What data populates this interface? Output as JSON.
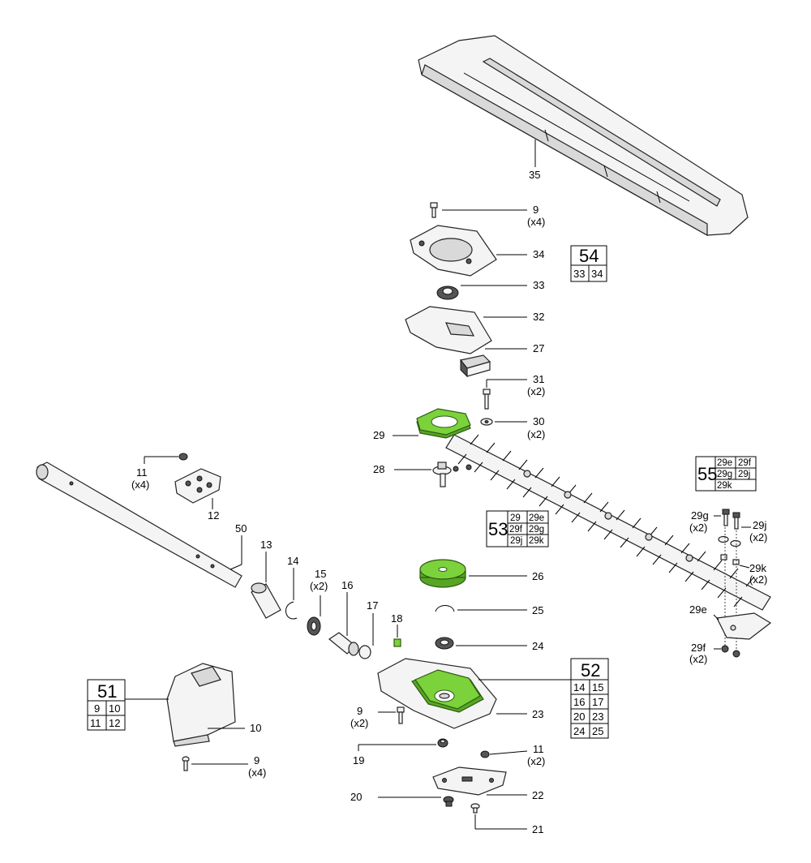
{
  "labels": {
    "l35": "35",
    "l9a": "9",
    "l9a_q": "(x4)",
    "l34": "34",
    "l33": "33",
    "l32": "32",
    "l27": "27",
    "l31": "31",
    "l31_q": "(x2)",
    "l30": "30",
    "l30_q": "(x2)",
    "l29": "29",
    "l28": "28",
    "l11a": "11",
    "l11a_q": "(x4)",
    "l12": "12",
    "l50": "50",
    "l13": "13",
    "l14": "14",
    "l15": "15",
    "l15_q": "(x2)",
    "l16": "16",
    "l17": "17",
    "l18": "18",
    "l26": "26",
    "l25": "25",
    "l24": "24",
    "l23": "23",
    "l9b": "9",
    "l9b_q": "(x2)",
    "l10": "10",
    "l9c": "9",
    "l9c_q": "(x4)",
    "l19": "19",
    "l11b": "11",
    "l11b_q": "(x2)",
    "l20": "20",
    "l22": "22",
    "l21": "21",
    "l29g": "29g",
    "l29g_q": "(x2)",
    "l29j": "29j",
    "l29j_q": "(x2)",
    "l29k": "29k",
    "l29k_q": "(x2)",
    "l29e": "29e",
    "l29f": "29f",
    "l29f_q": "(x2)"
  },
  "kits": {
    "k54": {
      "title": "54",
      "cells": [
        "33",
        "34"
      ]
    },
    "k51": {
      "title": "51",
      "cells": [
        "9",
        "10",
        "11",
        "12"
      ]
    },
    "k52": {
      "title": "52",
      "cells": [
        "14",
        "15",
        "16",
        "17",
        "20",
        "23",
        "24",
        "25"
      ]
    },
    "k53": {
      "title": "53",
      "cells": [
        "29",
        "29e",
        "29f",
        "29g",
        "29j",
        "29k"
      ]
    },
    "k55": {
      "title": "55",
      "cells": [
        "29e",
        "29f",
        "29g",
        "29j",
        "29k"
      ]
    }
  },
  "colors": {
    "highlight": "#7bd23a",
    "outline": "#222222"
  }
}
